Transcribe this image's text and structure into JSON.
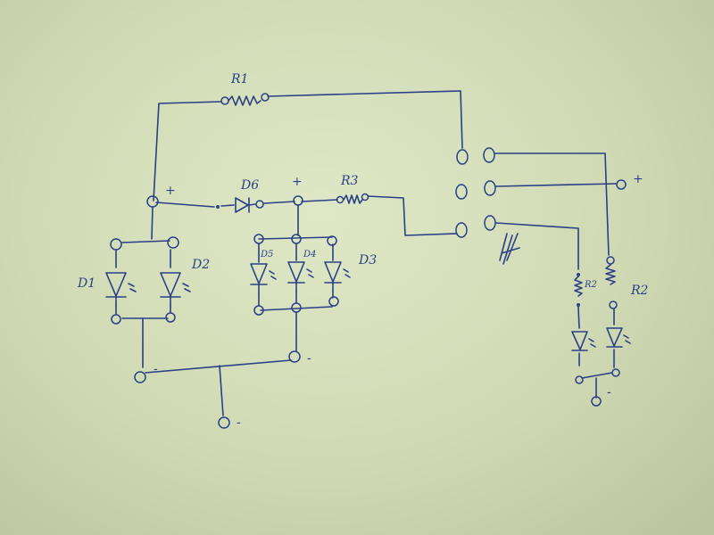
{
  "labels": {
    "r1": "R1",
    "r2": "R2",
    "r3": "R3",
    "r2b": "R2",
    "d1": "D1",
    "d2": "D2",
    "d3": "D3",
    "d4": "D4",
    "d5": "D5",
    "d6": "D6",
    "plus_right": "+",
    "plus_mid": "+",
    "plus_left": "+",
    "minus_a": "-",
    "minus_b": "-",
    "minus_c": "-",
    "minus_d": "-"
  },
  "colors": {
    "ink": "#2b3f86",
    "paper": "#d6e0bd"
  }
}
